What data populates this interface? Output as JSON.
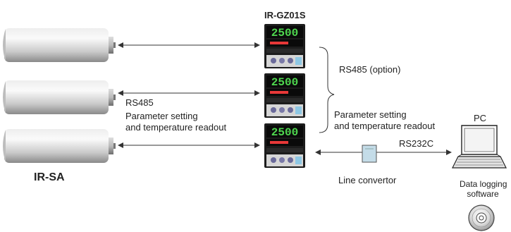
{
  "labels": {
    "controller_model": "IR-GZ01S",
    "sensor_model": "IR-SA",
    "rs485_option": "RS485 (option)",
    "rs485": "RS485",
    "param_line1_left": "Parameter setting",
    "param_line2_left": "and temperature readout",
    "param_line1_right": "Parameter setting",
    "param_line2_right": "and temperature readout",
    "rs232c": "RS232C",
    "pc": "PC",
    "line_convertor": "Line convertor",
    "software_line1": "Data logging",
    "software_line2": "software"
  },
  "controller": {
    "display_value": "2500"
  },
  "colors": {
    "sensor_body": "#c8c8c8",
    "controller_face": "#1c1c1c",
    "display_green": "#4fd84f",
    "display_red": "#e83838",
    "connector_blue": "#8ec8e4",
    "line": "#333333"
  }
}
